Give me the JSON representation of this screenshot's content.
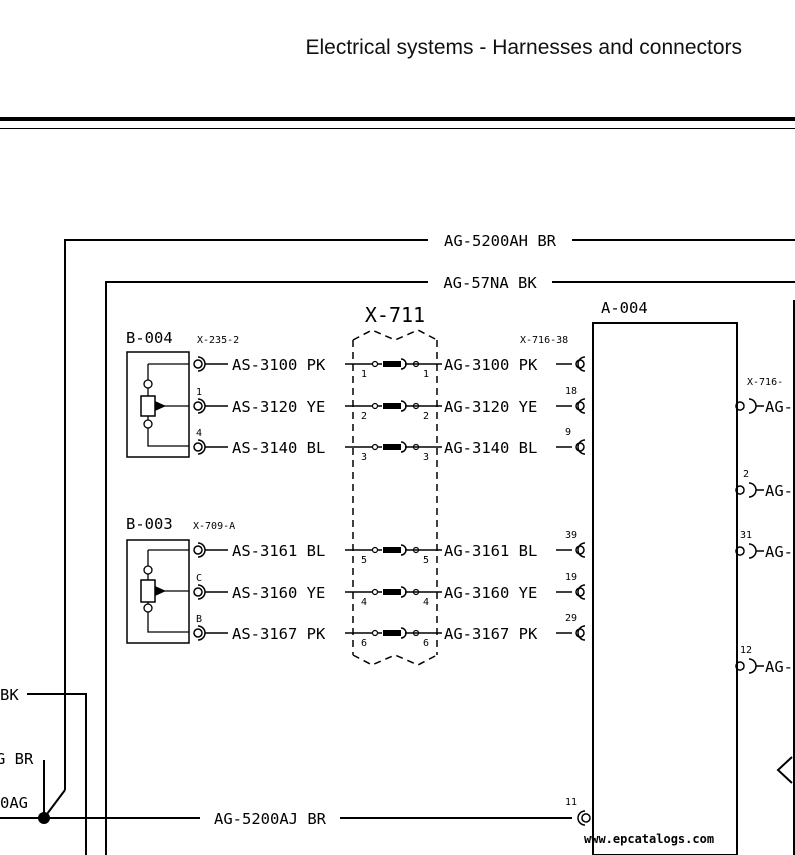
{
  "header": {
    "title": "Electrical systems - Harnesses and connectors"
  },
  "watermark": "www.epcatalogs.com",
  "diagram": {
    "top_wires": [
      {
        "label": "AG-5200AH BR"
      },
      {
        "label": "AG-57NA BK"
      }
    ],
    "bottom_wire": {
      "label": "AG-5200AJ BR",
      "pin": "11"
    },
    "left_edge_labels": [
      "BK",
      "G BR",
      "0AG"
    ],
    "inline_connector": {
      "label": "X-711"
    },
    "module": {
      "label": "A-004"
    },
    "right_connector": {
      "label": "X-716-"
    },
    "right_partial": [
      {
        "pin": "",
        "label": "AG-"
      },
      {
        "pin": "2",
        "label": "AG-"
      },
      {
        "pin": "31",
        "label": "AG-"
      },
      {
        "pin": "12",
        "label": "AG-"
      }
    ],
    "sensors": [
      {
        "device": "B-004",
        "left_connector": "X-235-2",
        "right_connector": "X-716-38",
        "rows": [
          {
            "left_pin": "",
            "left_label": "AS-3100 PK",
            "inline_pin": "1",
            "right_label": "AG-3100 PK",
            "right_pin": ""
          },
          {
            "left_pin": "1",
            "left_label": "AS-3120 YE",
            "inline_pin": "2",
            "right_label": "AG-3120 YE",
            "right_pin": "18"
          },
          {
            "left_pin": "4",
            "left_label": "AS-3140 BL",
            "inline_pin": "3",
            "right_label": "AG-3140 BL",
            "right_pin": "9"
          }
        ]
      },
      {
        "device": "B-003",
        "left_connector": "X-709-A",
        "right_connector": "",
        "rows": [
          {
            "left_pin": "",
            "left_label": "AS-3161 BL",
            "inline_pin": "5",
            "right_label": "AG-3161 BL",
            "right_pin": "39"
          },
          {
            "left_pin": "C",
            "left_label": "AS-3160 YE",
            "inline_pin": "4",
            "right_label": "AG-3160 YE",
            "right_pin": "19"
          },
          {
            "left_pin": "B",
            "left_label": "AS-3167 PK",
            "inline_pin": "6",
            "right_label": "AG-3167 PK",
            "right_pin": "29"
          }
        ]
      }
    ]
  }
}
